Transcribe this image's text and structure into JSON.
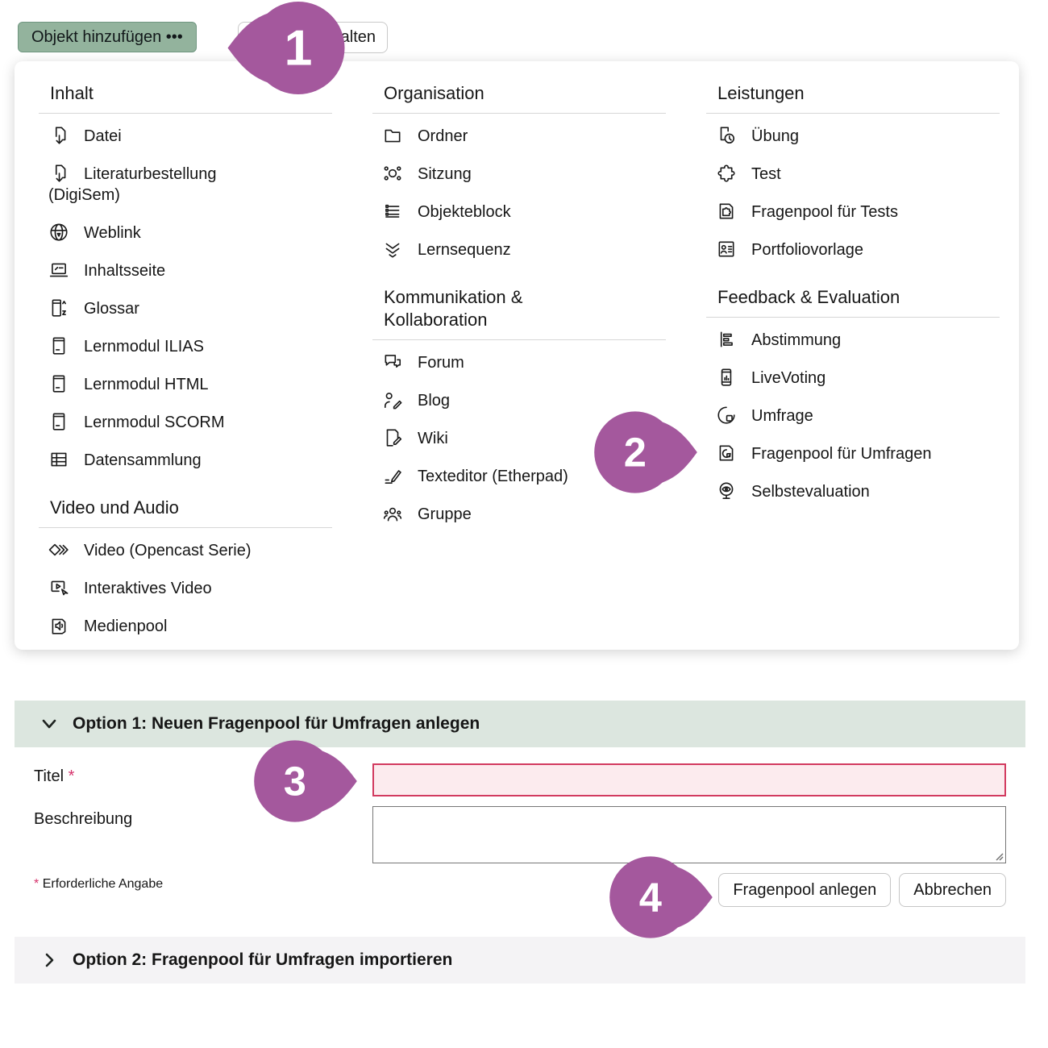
{
  "toolbar": {
    "add_object_button": "Objekt hinzufügen •••",
    "partial_button_label": "alten"
  },
  "menu": {
    "columns": [
      {
        "sections": [
          {
            "title": "Inhalt",
            "items": [
              {
                "icon": "file-download-icon",
                "label": "Datei"
              },
              {
                "icon": "file-download-icon",
                "label": "Literaturbestellung\n(DigiSem)"
              },
              {
                "icon": "globe-icon",
                "label": "Weblink"
              },
              {
                "icon": "content-page-icon",
                "label": "Inhaltsseite"
              },
              {
                "icon": "glossary-icon",
                "label": "Glossar"
              },
              {
                "icon": "learning-module-icon",
                "label": "Lernmodul ILIAS"
              },
              {
                "icon": "learning-module-icon",
                "label": "Lernmodul HTML"
              },
              {
                "icon": "learning-module-icon",
                "label": "Lernmodul SCORM"
              },
              {
                "icon": "table-icon",
                "label": "Datensammlung"
              }
            ]
          },
          {
            "title": "Video und Audio",
            "items": [
              {
                "icon": "opencast-video-icon",
                "label": "Video (Opencast Serie)"
              },
              {
                "icon": "interactive-video-icon",
                "label": "Interaktives Video"
              },
              {
                "icon": "mediapool-icon",
                "label": "Medienpool"
              }
            ]
          }
        ]
      },
      {
        "sections": [
          {
            "title": "Organisation",
            "items": [
              {
                "icon": "folder-icon",
                "label": "Ordner"
              },
              {
                "icon": "session-icon",
                "label": "Sitzung"
              },
              {
                "icon": "item-group-icon",
                "label": "Objekteblock"
              },
              {
                "icon": "learning-sequence-icon",
                "label": "Lernsequenz"
              }
            ]
          },
          {
            "title": "Kommunikation &\nKollaboration",
            "items": [
              {
                "icon": "forum-icon",
                "label": "Forum"
              },
              {
                "icon": "blog-icon",
                "label": "Blog"
              },
              {
                "icon": "wiki-icon",
                "label": "Wiki"
              },
              {
                "icon": "etherpad-icon",
                "label": "Texteditor (Etherpad)"
              },
              {
                "icon": "group-icon",
                "label": "Gruppe"
              }
            ]
          }
        ]
      },
      {
        "sections": [
          {
            "title": "Leistungen",
            "items": [
              {
                "icon": "exercise-icon",
                "label": "Übung"
              },
              {
                "icon": "test-icon",
                "label": "Test"
              },
              {
                "icon": "question-pool-test-icon",
                "label": "Fragenpool für Tests"
              },
              {
                "icon": "portfolio-template-icon",
                "label": "Portfoliovorlage"
              }
            ]
          },
          {
            "title": "Feedback & Evaluation",
            "items": [
              {
                "icon": "poll-icon",
                "label": "Abstimmung"
              },
              {
                "icon": "live-voting-icon",
                "label": "LiveVoting"
              },
              {
                "icon": "survey-icon",
                "label": "Umfrage"
              },
              {
                "icon": "question-pool-survey-icon",
                "label": "Fragenpool für Umfragen"
              },
              {
                "icon": "self-evaluation-icon",
                "label": "Selbstevaluation"
              }
            ]
          }
        ]
      }
    ]
  },
  "callouts": [
    {
      "number": "1"
    },
    {
      "number": "2"
    },
    {
      "number": "3"
    },
    {
      "number": "4"
    }
  ],
  "form": {
    "option1_header": "Option 1: Neuen Fragenpool für Umfragen anlegen",
    "title_label": "Titel",
    "required_marker": "*",
    "title_value": "",
    "description_label": "Beschreibung",
    "description_value": "",
    "required_note": "Erforderliche Angabe",
    "create_button": "Fragenpool anlegen",
    "cancel_button": "Abbrechen",
    "option2_header": "Option 2: Fragenpool für Umfragen importieren"
  },
  "colors": {
    "accent_green": "#93b39d",
    "option1_bar": "#dce6df",
    "option2_bar": "#f4f3f5",
    "callout_purple": "#a4589d",
    "error_border": "#d23a5f",
    "error_background": "#fcebee",
    "required_pink": "#d6336c"
  }
}
